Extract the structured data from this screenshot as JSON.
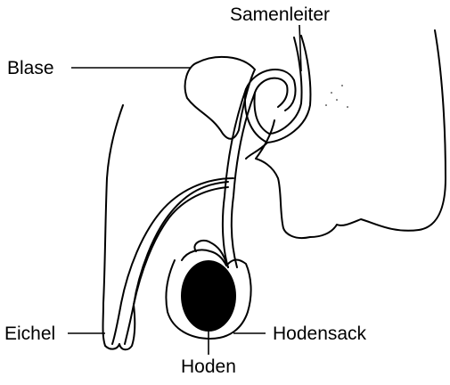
{
  "labels": {
    "samenleiter": "Samenleiter",
    "blase": "Blase",
    "eichel": "Eichel",
    "hodensack": "Hodensack",
    "hoden": "Hoden"
  },
  "colors": {
    "ink": "#000000",
    "paper": "#ffffff"
  }
}
